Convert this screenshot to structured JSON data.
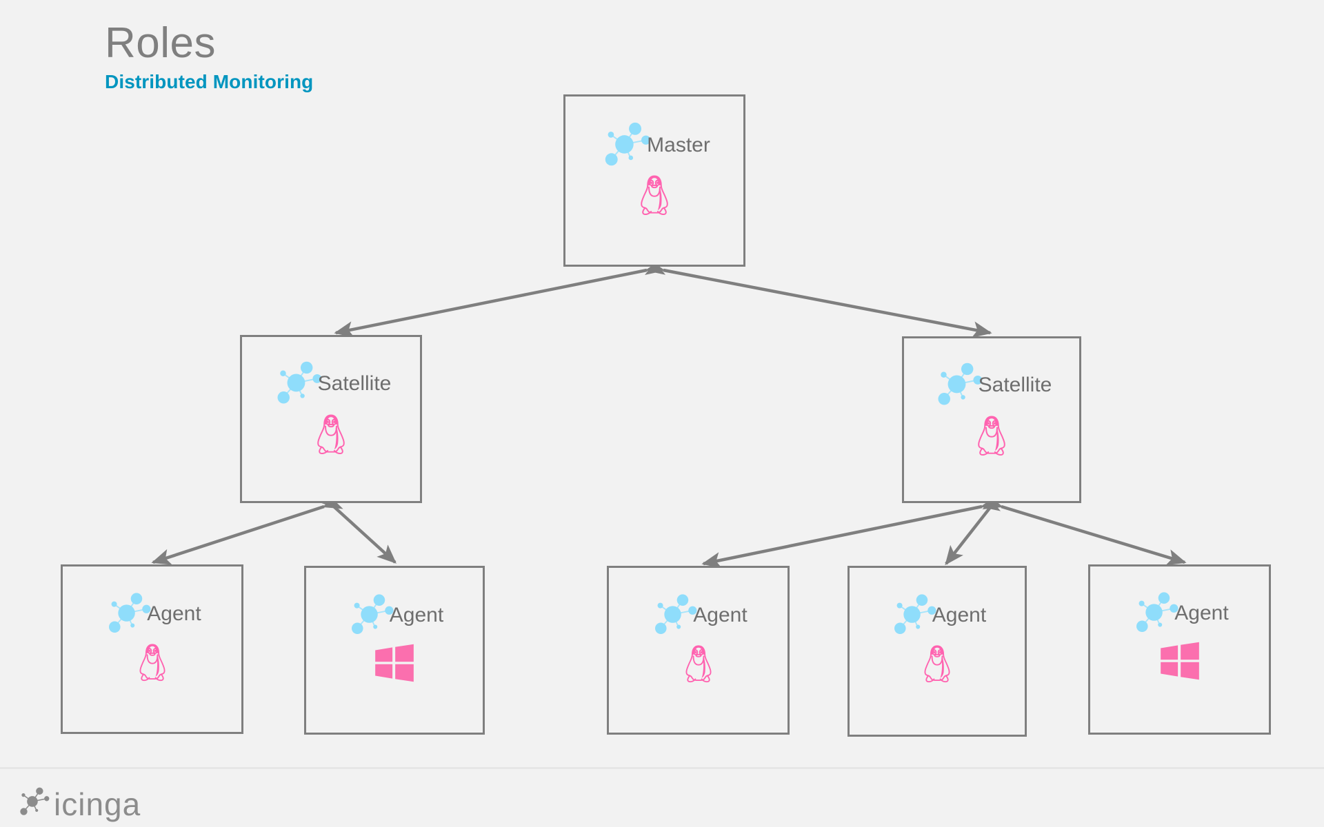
{
  "header": {
    "title": "Roles",
    "subtitle": "Distributed Monitoring"
  },
  "colors": {
    "background": "#f2f2f2",
    "title": "#7f7f7f",
    "subtitle_accent": "#0095bf",
    "box_border": "#7f7f7f",
    "node_label": "#6e6e6e",
    "icinga_blue": "#8fddfb",
    "icinga_blue_line": "#a6e4fb",
    "tux_pink": "#ff63b0",
    "windows_pink": "#fb6fae",
    "arrow": "#7f7f7f",
    "footer_divider": "#e6e6e6",
    "footer_logo": "#8c8c8c"
  },
  "diagram": {
    "type": "hierarchy",
    "nodes": [
      {
        "id": "master",
        "label": "Master",
        "tier": "master",
        "os": "linux",
        "os_icon": "tux-penguin-icon"
      },
      {
        "id": "sat-left",
        "label": "Satellite",
        "tier": "satellite",
        "os": "linux",
        "os_icon": "tux-penguin-icon"
      },
      {
        "id": "sat-right",
        "label": "Satellite",
        "tier": "satellite",
        "os": "linux",
        "os_icon": "tux-penguin-icon"
      },
      {
        "id": "agent-1",
        "label": "Agent",
        "tier": "agent",
        "os": "linux",
        "os_icon": "tux-penguin-icon"
      },
      {
        "id": "agent-2",
        "label": "Agent",
        "tier": "agent",
        "os": "windows",
        "os_icon": "windows-logo-icon"
      },
      {
        "id": "agent-3",
        "label": "Agent",
        "tier": "agent",
        "os": "linux",
        "os_icon": "tux-penguin-icon"
      },
      {
        "id": "agent-4",
        "label": "Agent",
        "tier": "agent",
        "os": "linux",
        "os_icon": "tux-penguin-icon"
      },
      {
        "id": "agent-5",
        "label": "Agent",
        "tier": "agent",
        "os": "windows",
        "os_icon": "windows-logo-icon"
      }
    ],
    "edges": [
      {
        "from": "master",
        "to": "sat-left",
        "style": "double-arrow"
      },
      {
        "from": "master",
        "to": "sat-right",
        "style": "double-arrow"
      },
      {
        "from": "sat-left",
        "to": "agent-1",
        "style": "double-arrow"
      },
      {
        "from": "sat-left",
        "to": "agent-2",
        "style": "double-arrow"
      },
      {
        "from": "sat-right",
        "to": "agent-3",
        "style": "double-arrow"
      },
      {
        "from": "sat-right",
        "to": "agent-4",
        "style": "double-arrow"
      },
      {
        "from": "sat-right",
        "to": "agent-5",
        "style": "double-arrow"
      }
    ],
    "node_icon": "icinga-node-graph-icon"
  },
  "footer": {
    "wordmark": "icinga",
    "logo_icon": "icinga-node-graph-icon"
  }
}
